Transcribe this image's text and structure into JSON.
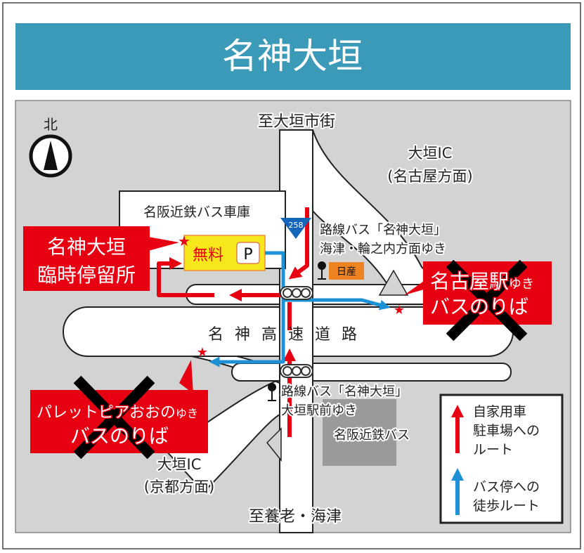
{
  "title": "名神大垣",
  "colors": {
    "title_bar": "#3a9ab8",
    "map_bg": "#d3d3d3",
    "callout": "#e60012",
    "car_route": "#e60012",
    "walk_route": "#1e90d6",
    "parking": "#f6e81a",
    "nissan": "#ee8322",
    "route_shield": "#1565b8"
  },
  "north": {
    "label": "北",
    "icon": "north-arrow-icon"
  },
  "directions": {
    "top": "至大垣市街",
    "bottom": "至養老・海津"
  },
  "interchanges": {
    "north": {
      "name": "大垣IC",
      "direction": "(名古屋方面)"
    },
    "south": {
      "name": "大垣IC",
      "direction": "(京都方面)"
    }
  },
  "expressway": "名神高速道路",
  "route_shield": "258",
  "depot": "名阪近鉄バス車庫",
  "parking": {
    "free": "無料",
    "p": "P"
  },
  "temp_stop": {
    "line1": "名神大垣",
    "line2": "臨時停留所"
  },
  "bus_stop_north": {
    "line1": "路線バス「名神大垣」",
    "line2": "海津・輪之内方面ゆき",
    "landmark": "日産"
  },
  "bus_stop_south": {
    "line1": "路線バス「名神大垣」",
    "line2": "大垣駅前ゆき"
  },
  "closed_stop_east": {
    "line1": "名古屋駅",
    "line1_small": "ゆき",
    "line2": "バスのりば"
  },
  "closed_stop_west": {
    "line1": "パレットピアおおの",
    "line1_small": "ゆき",
    "line2": "バスのりば"
  },
  "company_building": "名阪近鉄バス",
  "legend": {
    "car": {
      "line1": "自家用車",
      "line2": "駐車場への",
      "line3": "ルート"
    },
    "walk": {
      "line1": "バス停への",
      "line2": "徒歩ルート"
    }
  }
}
